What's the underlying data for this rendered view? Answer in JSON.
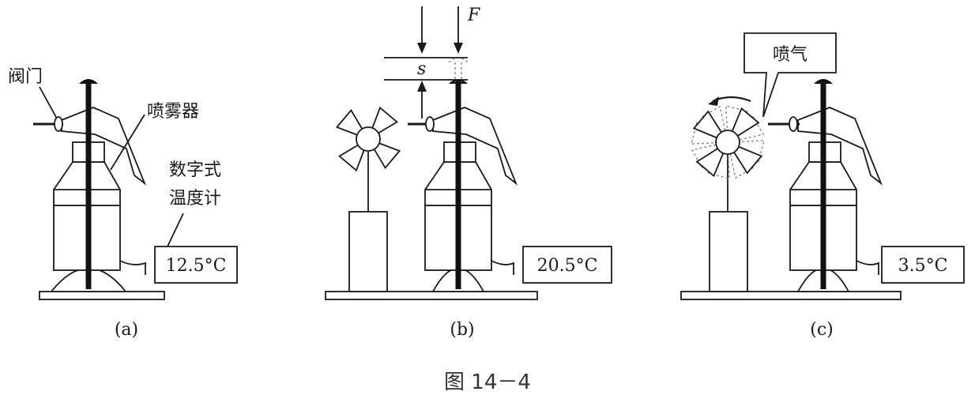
{
  "labels": {
    "valve": "阀门",
    "sprayer": "喷雾器",
    "thermometer_line1": "数字式",
    "thermometer_line2": "温度计",
    "force": "F",
    "displacement": "s",
    "spray": "喷气"
  },
  "panels": [
    {
      "id": "a",
      "caption": "(a)",
      "temperature": "12.5°C"
    },
    {
      "id": "b",
      "caption": "(b)",
      "temperature": "20.5°C"
    },
    {
      "id": "c",
      "caption": "(c)",
      "temperature": "3.5°C"
    }
  ],
  "figure_caption": "图 14－4"
}
